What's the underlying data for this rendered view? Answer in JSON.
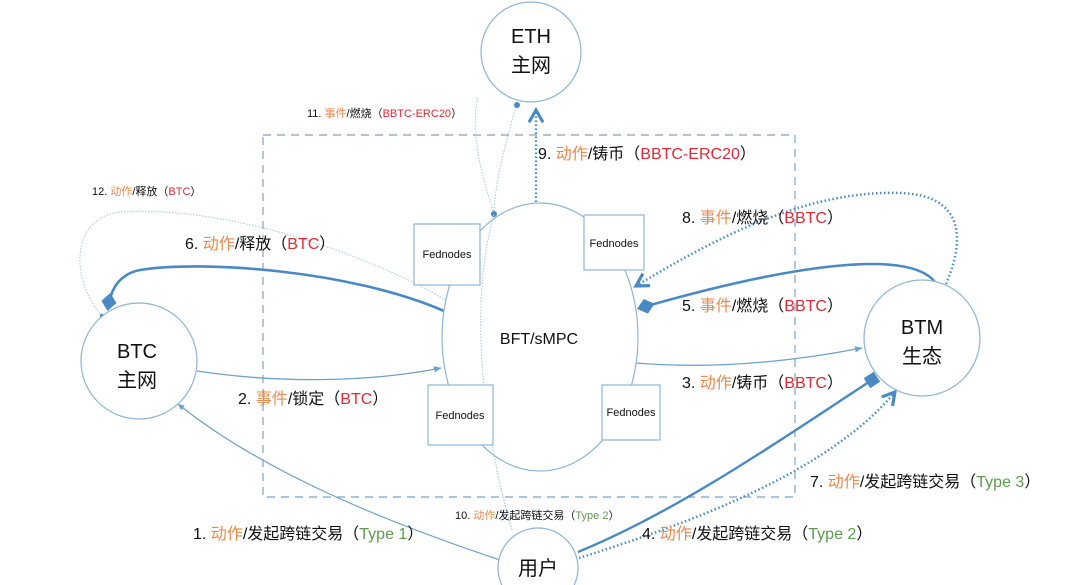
{
  "colors": {
    "line": "#6fa1cb",
    "line_strong": "#4a89c4",
    "line_faint": "#a9c6df",
    "box_border": "#8fb4d4",
    "text": "#111111",
    "action": "#e88a4e",
    "asset": "#dd2b37",
    "type": "#5d9a4e"
  },
  "nodes": {
    "eth": {
      "line1": "ETH",
      "line2": "主网"
    },
    "btc": {
      "line1": "BTC",
      "line2": "主网"
    },
    "btm": {
      "line1": "BTM",
      "line2": "生态"
    },
    "user": {
      "label": "用户"
    },
    "center": {
      "label": "BFT/sMPC"
    },
    "fednodes": [
      "Fednodes",
      "Fednodes",
      "Fednodes",
      "Fednodes"
    ]
  },
  "edges": [
    {
      "num": "1.",
      "kind": "动作",
      "verb": "/发起跨链交易",
      "open": "（",
      "obj": "Type 1",
      "obj_role": "type",
      "close": "）"
    },
    {
      "num": "2.",
      "kind": "事件",
      "verb": "/锁定",
      "open": "（",
      "obj": "BTC",
      "obj_role": "asset",
      "close": "）"
    },
    {
      "num": "3.",
      "kind": "动作",
      "verb": "/铸币",
      "open": "（",
      "obj": "BBTC",
      "obj_role": "asset",
      "close": "）"
    },
    {
      "num": "4.",
      "kind": "动作",
      "verb": "/发起跨链交易",
      "open": "（",
      "obj": "Type 2",
      "obj_role": "type",
      "close": "）"
    },
    {
      "num": "5.",
      "kind": "事件",
      "verb": "/燃烧",
      "open": "（",
      "obj": "BBTC",
      "obj_role": "asset",
      "close": "）"
    },
    {
      "num": "6.",
      "kind": "动作",
      "verb": "/释放",
      "open": "（",
      "obj": "BTC",
      "obj_role": "asset",
      "close": "）"
    },
    {
      "num": "7.",
      "kind": "动作",
      "verb": "/发起跨链交易",
      "open": "（",
      "obj": "Type 3",
      "obj_role": "type",
      "close": "）"
    },
    {
      "num": "8.",
      "kind": "事件",
      "verb": "/燃烧",
      "open": "（",
      "obj": "BBTC",
      "obj_role": "asset",
      "close": "）"
    },
    {
      "num": "9.",
      "kind": "动作",
      "verb": "/铸币",
      "open": "（",
      "obj": "BBTC-ERC20",
      "obj_role": "asset",
      "close": "）"
    },
    {
      "num": "10.",
      "kind": "动作",
      "verb": "/发起跨链交易",
      "open": "（",
      "obj": "Type 2",
      "obj_role": "type",
      "close": "）"
    },
    {
      "num": "11.",
      "kind": "事件",
      "verb": "/燃烧",
      "open": "（",
      "obj": "BBTC-ERC20",
      "obj_role": "asset",
      "close": "）"
    },
    {
      "num": "12.",
      "kind": "动作",
      "verb": "/释放",
      "open": "（",
      "obj": "BTC",
      "obj_role": "asset",
      "close": "）"
    }
  ]
}
